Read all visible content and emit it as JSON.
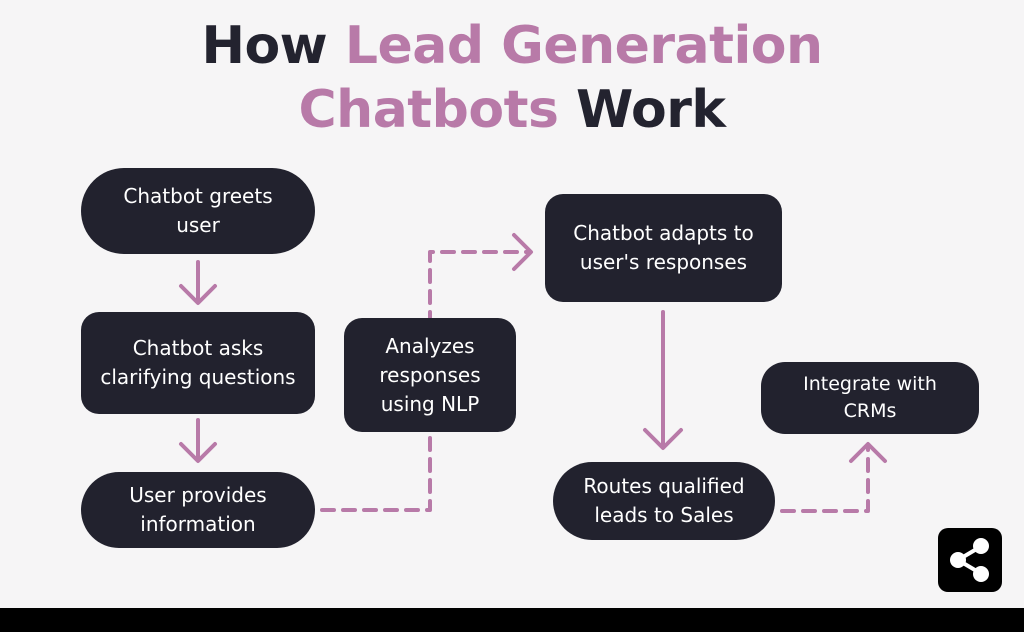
{
  "title": {
    "line1_plain": "How ",
    "line1_accent": "Lead Generation",
    "line2_accent": "Chatbots",
    "line2_plain": " Work"
  },
  "colors": {
    "accent": "#b87aa8",
    "node_bg": "#22222e",
    "text_dark": "#23232f"
  },
  "nodes": {
    "greet": "Chatbot greets user",
    "ask": "Chatbot asks clarifying questions",
    "provide": "User provides information",
    "analyze": "Analyzes responses using NLP",
    "adapt": "Chatbot adapts to user's responses",
    "route": "Routes qualified leads to Sales",
    "integrate": "Integrate with CRMs"
  },
  "icons": {
    "share": "share-icon"
  }
}
